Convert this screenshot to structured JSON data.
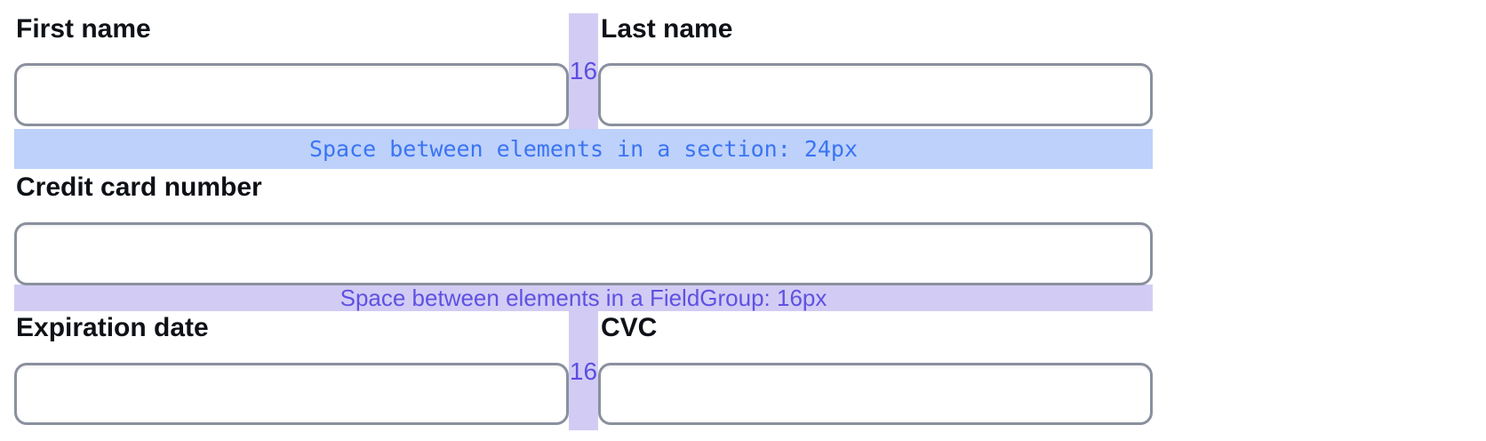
{
  "diagram": {
    "description": "Form spacing specification overlay",
    "colors": {
      "section_band_bg": "#bdd1fa",
      "section_band_text": "#3b74f3",
      "fieldgroup_band_bg": "#d2ccf4",
      "fieldgroup_band_text": "#5f51e3",
      "gap_band_bg": "#d2ccf4",
      "gap_number_text": "#5b4ee0",
      "label_text": "#0e1116",
      "input_border": "#8a909e",
      "page_bg": "#ffffff"
    }
  },
  "fields": {
    "first_name": {
      "label": "First name",
      "value": ""
    },
    "last_name": {
      "label": "Last name",
      "value": ""
    },
    "card_number": {
      "label": "Credit card number",
      "value": ""
    },
    "expiration": {
      "label": "Expiration date",
      "value": ""
    },
    "cvc": {
      "label": "CVC",
      "value": ""
    }
  },
  "annotations": {
    "section_space": {
      "text": "Space between elements in a section: 24px"
    },
    "fieldgroup_space": {
      "text": "Space between elements in a FieldGroup: 16px"
    },
    "gap_top": {
      "text": "16"
    },
    "gap_bottom": {
      "text": "16"
    }
  }
}
